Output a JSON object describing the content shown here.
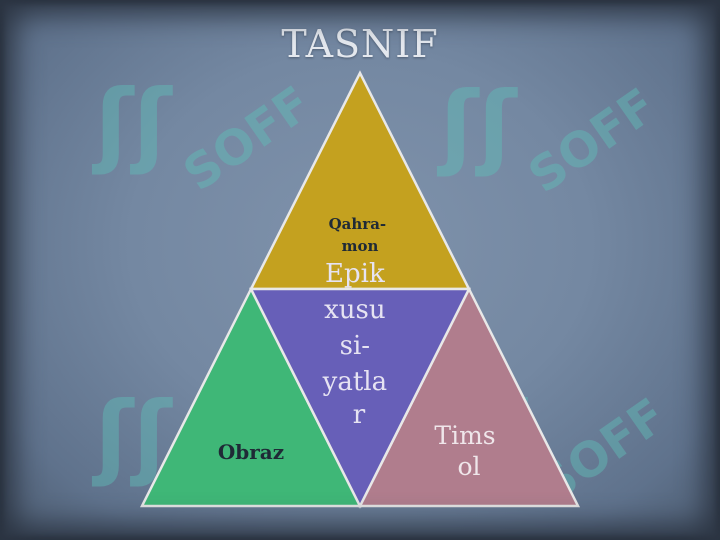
{
  "slide": {
    "title": "TASNIF"
  },
  "watermark": {
    "text": "SOFF",
    "logo": "ʃʃ"
  },
  "diagram": {
    "segments": [
      {
        "id": "top",
        "lines": [
          "Qahra-",
          "mon"
        ],
        "color": "#c4a11f"
      },
      {
        "id": "middle",
        "lines": [
          "Epik",
          "xusu",
          "si-",
          "yatla",
          "r"
        ],
        "color": "#675fb8"
      },
      {
        "id": "left",
        "lines": [
          "Obraz"
        ],
        "color": "#3fb777"
      },
      {
        "id": "right",
        "lines": [
          "Tims",
          "ol"
        ],
        "color": "#b07d8d"
      }
    ]
  }
}
